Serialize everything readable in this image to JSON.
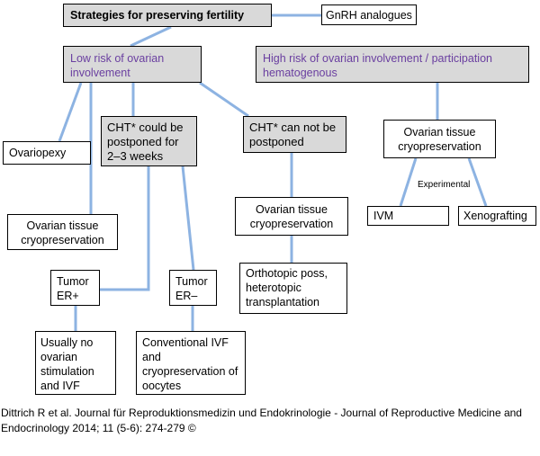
{
  "root": "Strategies for preserving fertility",
  "gnrh": "GnRH analogues",
  "low_risk": "Low risk of ovarian involvement",
  "high_risk": "High risk of ovarian involvement / participation hematogenous",
  "ovariopexy": "Ovariopexy",
  "otc_low": "Ovarian tissue cryopreservation",
  "cht_postponed": "CHT* could be postponed for 2–3 weeks",
  "cht_not_postponed": "CHT* can not be postponed",
  "otc_mid": "Ovarian tissue cryopreservation",
  "orthotopic": "Orthotopic poss, heterotopic transplantation",
  "tumor_er_pos": "Tumor ER+",
  "tumor_er_neg": "Tumor ER–",
  "usually_no": "Usually no ovarian stimulation and IVF",
  "conventional_ivf": "Conventional IVF and cryopreservation of oocytes",
  "otc_high": "Ovarian tissue cryopreservation",
  "experimental": "Experimental",
  "ivm": "IVM",
  "xenografting": "Xenografting",
  "caption": "Dittrich R et al. Journal für Reproduktionsmedizin und Endokrinologie - Journal of Reproductive Medicine and Endocrinology 2014; 11 (5-6): 274-279 ©",
  "colors": {
    "line": "#8db3e2",
    "gray_box": "#d9d9d9",
    "purple_text": "#6a3fa0"
  }
}
